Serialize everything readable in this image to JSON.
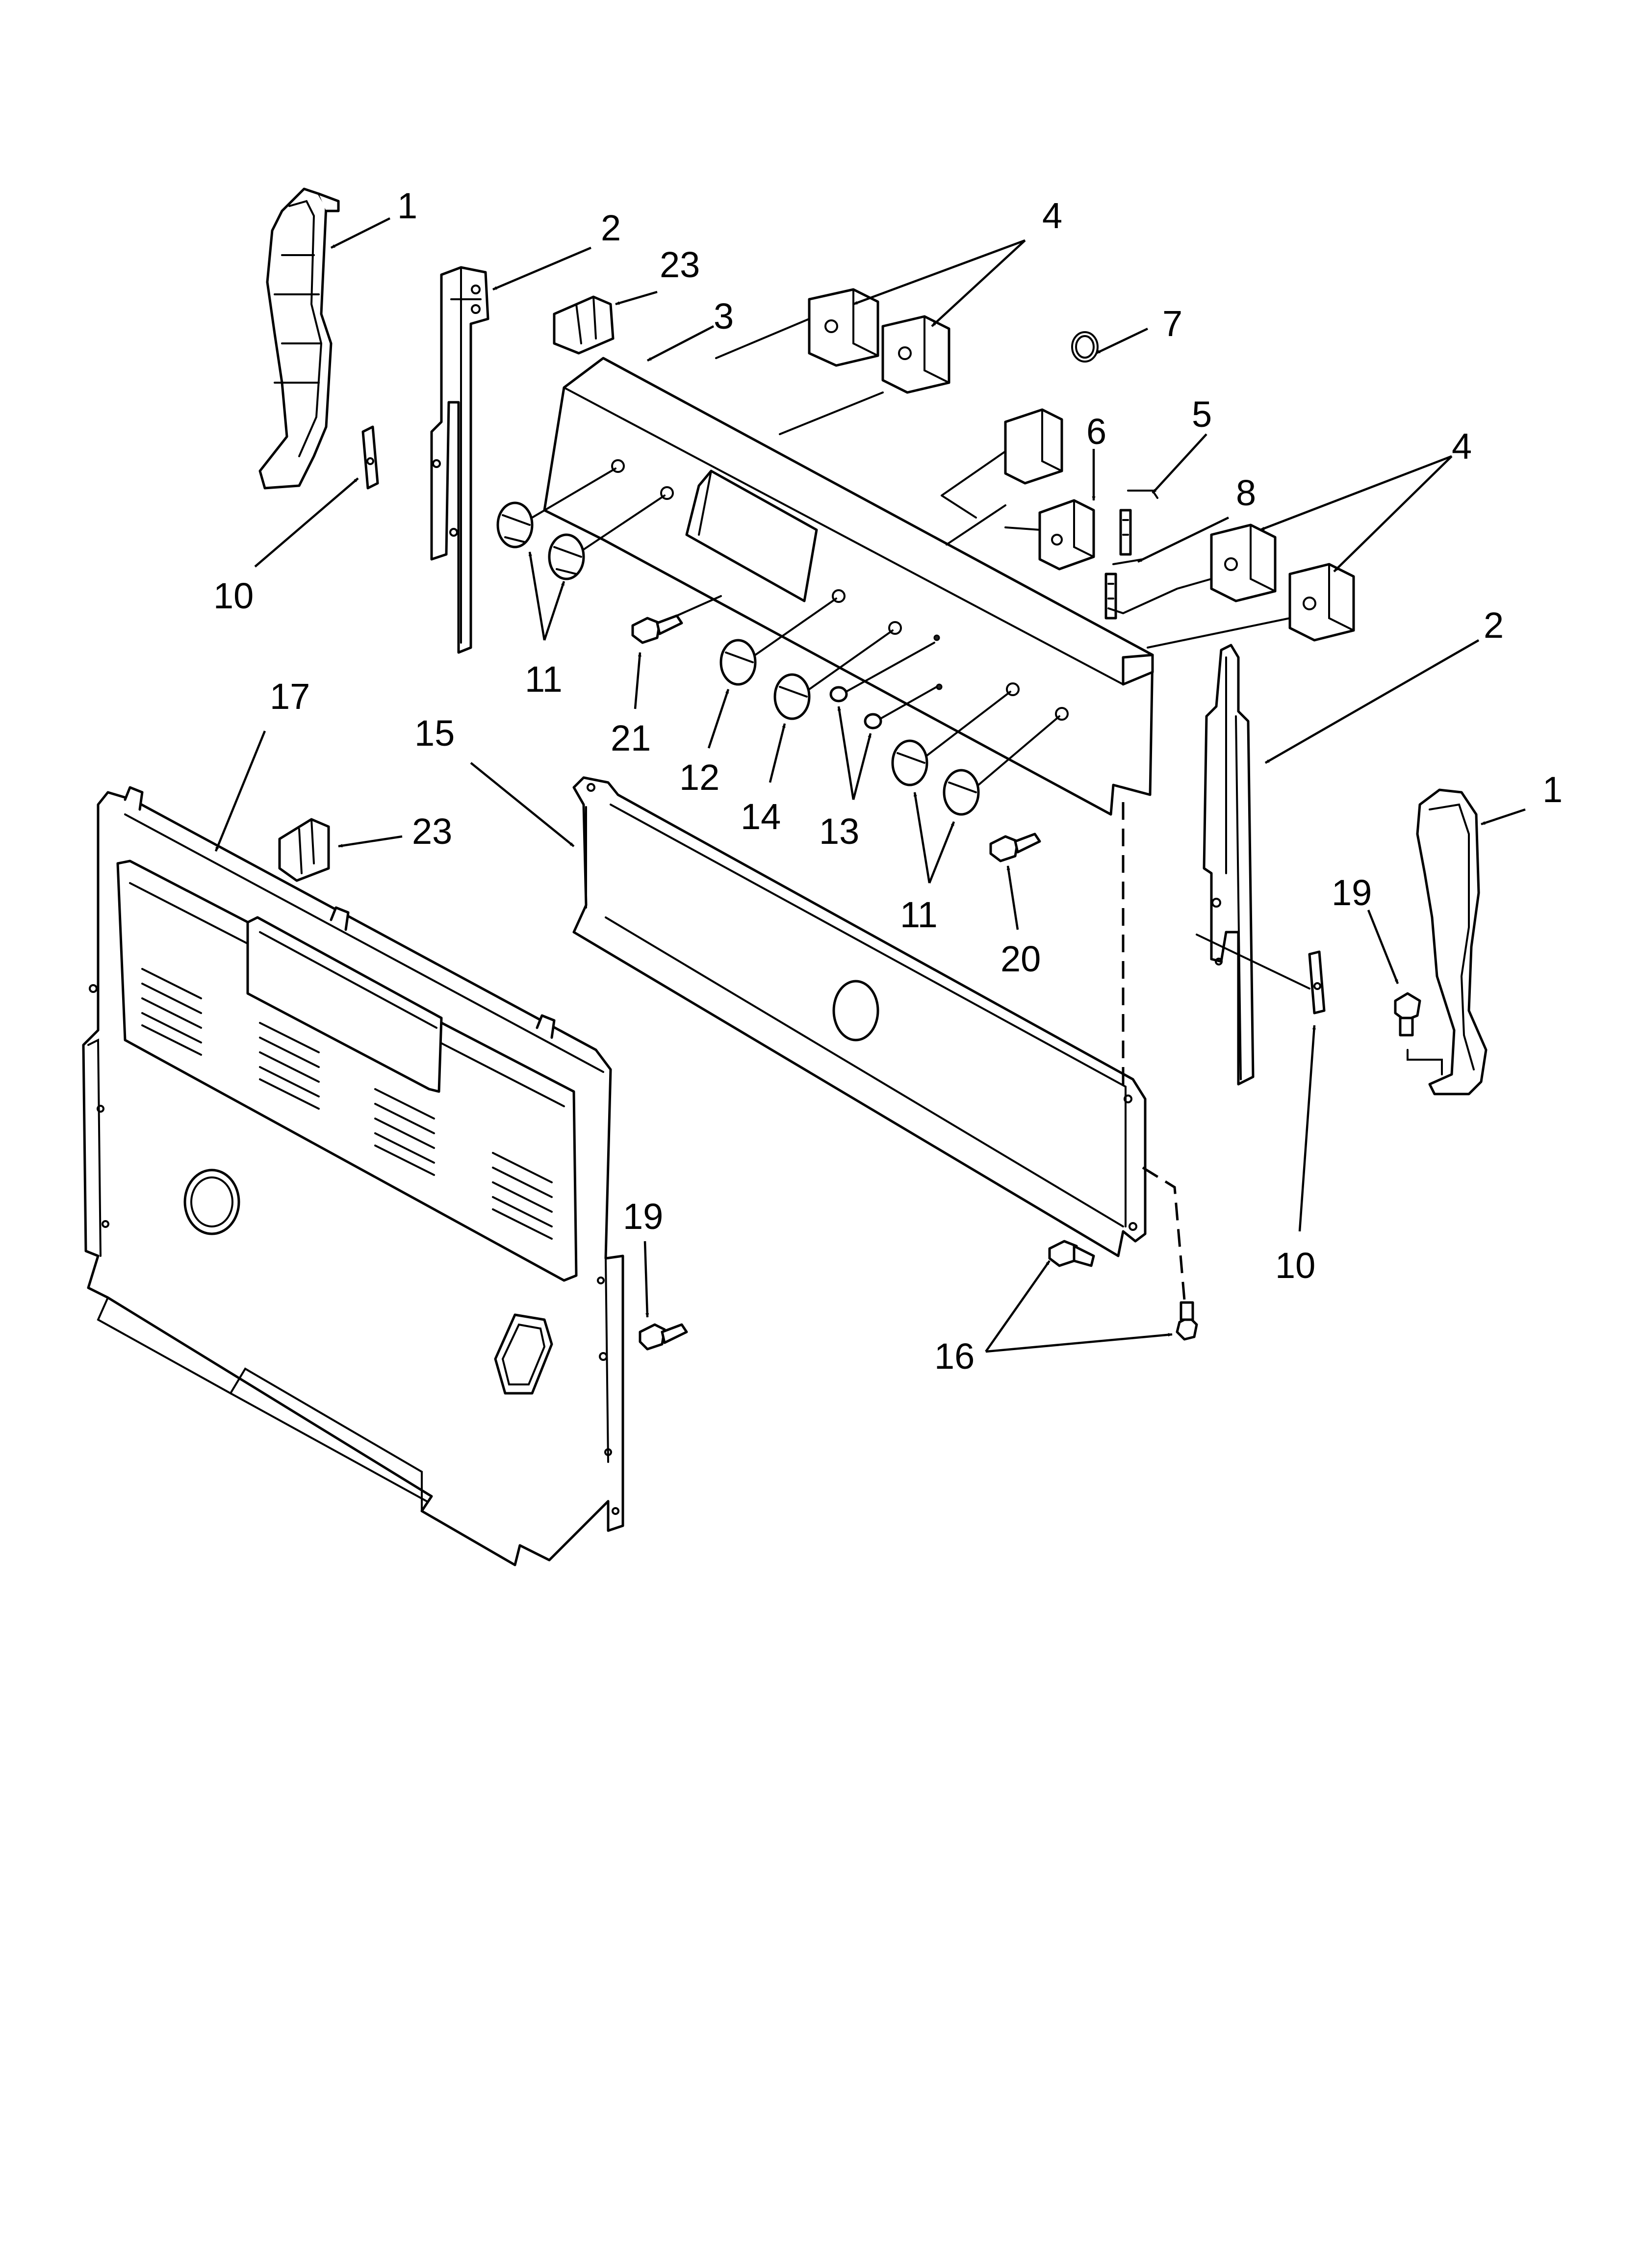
{
  "diagram": {
    "callouts": [
      {
        "id": "c1a",
        "text": "1"
      },
      {
        "id": "c2a",
        "text": "2"
      },
      {
        "id": "c23a",
        "text": "23"
      },
      {
        "id": "c3",
        "text": "3"
      },
      {
        "id": "c4a",
        "text": "4"
      },
      {
        "id": "c7",
        "text": "7"
      },
      {
        "id": "c6",
        "text": "6"
      },
      {
        "id": "c5",
        "text": "5"
      },
      {
        "id": "c8",
        "text": "8"
      },
      {
        "id": "c4b",
        "text": "4"
      },
      {
        "id": "c2b",
        "text": "2"
      },
      {
        "id": "c1b",
        "text": "1"
      },
      {
        "id": "c10a",
        "text": "10"
      },
      {
        "id": "c11a",
        "text": "11"
      },
      {
        "id": "c21",
        "text": "21"
      },
      {
        "id": "c12",
        "text": "12"
      },
      {
        "id": "c14",
        "text": "14"
      },
      {
        "id": "c13",
        "text": "13"
      },
      {
        "id": "c11b",
        "text": "11"
      },
      {
        "id": "c20",
        "text": "20"
      },
      {
        "id": "c17",
        "text": "17"
      },
      {
        "id": "c15",
        "text": "15"
      },
      {
        "id": "c23b",
        "text": "23"
      },
      {
        "id": "c19a",
        "text": "19"
      },
      {
        "id": "c19b",
        "text": "19"
      },
      {
        "id": "c10b",
        "text": "10"
      },
      {
        "id": "c16",
        "text": "16"
      }
    ]
  }
}
